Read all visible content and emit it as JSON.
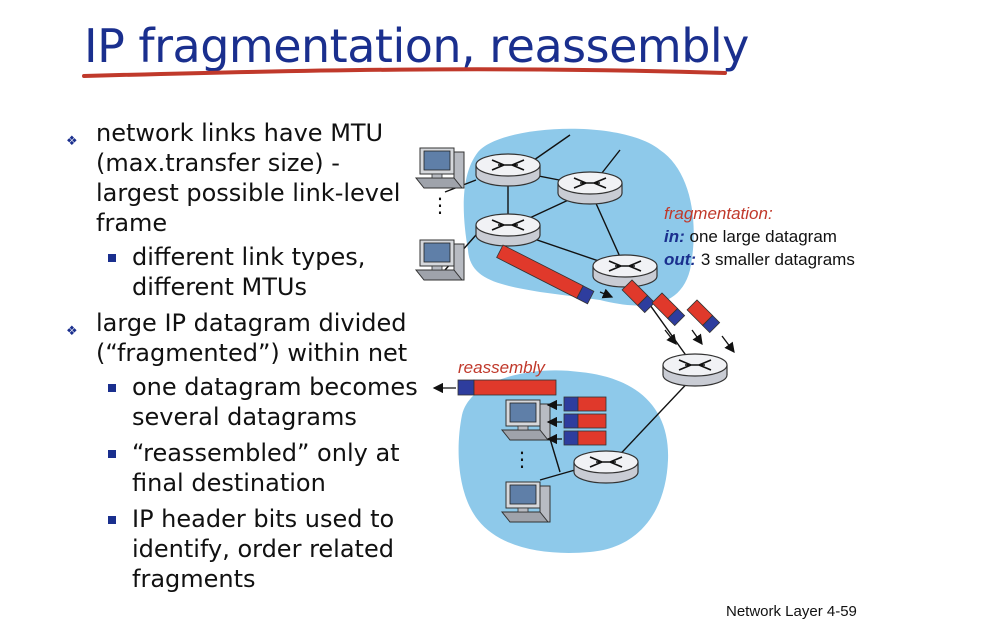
{
  "title": "IP fragmentation, reassembly",
  "bullets": [
    {
      "text": "network links have MTU (max.transfer size) - largest possible link-level frame",
      "subs": [
        "different link types, different MTUs"
      ]
    },
    {
      "text": "large IP datagram divided (“fragmented”) within net",
      "subs": [
        "one datagram becomes several datagrams",
        "“reassembled” only at final destination",
        "IP header bits used to identify, order related fragments"
      ]
    }
  ],
  "diagram": {
    "fragmentation_label": "fragmentation:",
    "in_label": "in:",
    "in_text": "one large datagram",
    "out_label": "out:",
    "out_text": "3 smaller datagrams",
    "reassembly_label": "reassembly"
  },
  "footer": "Network Layer  4-59",
  "colors": {
    "title": "#1a2f8e",
    "underline": "#c0392b",
    "cloud": "#8ec9ea",
    "fragment_red": "#e0392b",
    "header_blue": "#2e3d9e"
  }
}
